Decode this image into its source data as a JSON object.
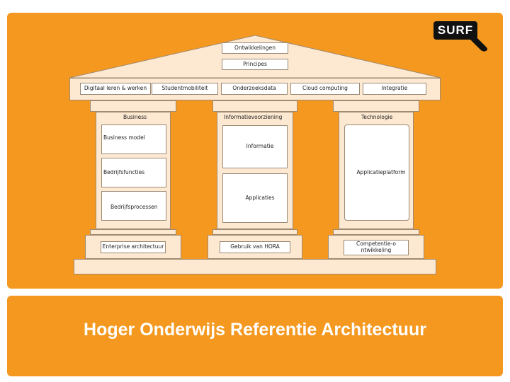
{
  "brand": {
    "logo_text": "SURF",
    "accent": "#f5981f",
    "column_fill": "#fde8d2"
  },
  "roof": {
    "top": "Ontwikkelingen",
    "second": "Principes"
  },
  "lintel": [
    "Digitaal leren & werken",
    "Studentmobiliteit",
    "Onderzoeksdata",
    "Cloud computing",
    "Integratie"
  ],
  "pillars": {
    "left": {
      "header": "Business",
      "items": [
        "Business model",
        "Bedrijfsfuncties",
        "Bedrijfsprocessen"
      ],
      "footer": "Enterprise architectuur"
    },
    "middle": {
      "header": "Informatievoorziening",
      "items": [
        "Informatie",
        "Applicaties"
      ],
      "footer": "Gebruik van HORA"
    },
    "right": {
      "header": "Technologie",
      "items": [
        "Applicatieplatform"
      ],
      "footer": "Competentie-ontwikkeling"
    }
  },
  "footer_title": "Hoger Onderwijs Referentie Architectuur"
}
